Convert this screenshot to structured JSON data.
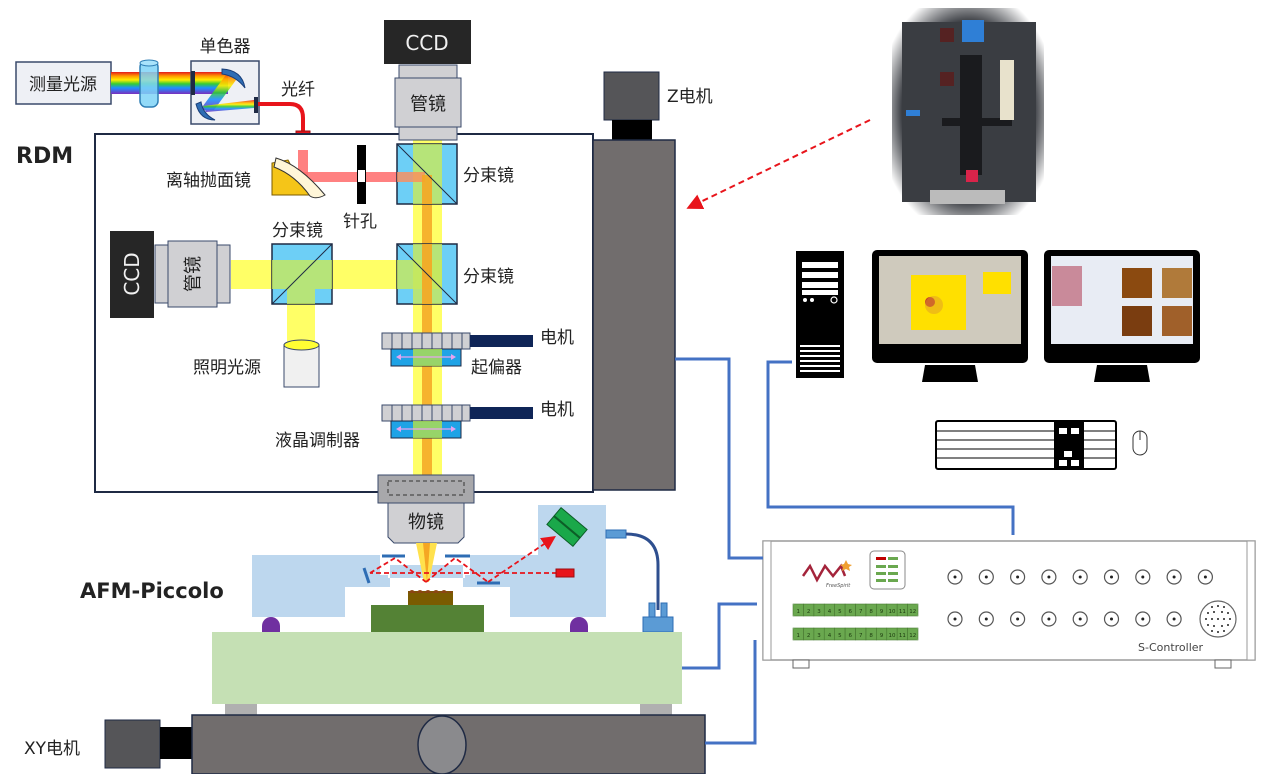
{
  "title_labels": {
    "rdm": "RDM",
    "afm": "AFM-Piccolo"
  },
  "light_path": {
    "measure_source": "测量光源",
    "monochromator": "单色器",
    "fiber": "光纤",
    "off_axis_mirror": "离轴抛面镜",
    "pinhole": "针孔",
    "beam_splitter_top": "分束镜",
    "beam_splitter_mid": "分束镜",
    "beam_splitter_left": "分束镜",
    "illumination_source": "照明光源",
    "polarizer": "起偏器",
    "lc_modulator": "液晶调制器",
    "motor_1": "电机",
    "motor_2": "电机",
    "objective": "物镜",
    "tube_lens_top": "管镜",
    "tube_lens_left": "管镜",
    "ccd_top": "CCD",
    "ccd_left": "CCD"
  },
  "motors": {
    "z_motor": "Z电机",
    "xy_motor": "XY电机"
  },
  "controller": {
    "name": "S-Controller",
    "brand": "FreeSpirit",
    "terminal_rows": [
      [
        "1",
        "2",
        "3",
        "4",
        "5",
        "6",
        "7",
        "8",
        "9",
        "10",
        "11",
        "12"
      ],
      [
        "1",
        "2",
        "3",
        "4",
        "5",
        "6",
        "7",
        "8",
        "9",
        "10",
        "11",
        "12"
      ]
    ],
    "bnc_top_count": 9,
    "bnc_bottom_count": 8
  },
  "colors": {
    "beam_yellow": "#ffff4d",
    "beam_orange": "#f5a623",
    "fiber_red": "#e8141b",
    "splitter_blue": "#6dcff6",
    "wire_blue": "#4472c4",
    "stage_gray": "#716d6d",
    "afm_base_green": "#c5e0b4",
    "afm_body_blue": "#bdd7ee"
  }
}
